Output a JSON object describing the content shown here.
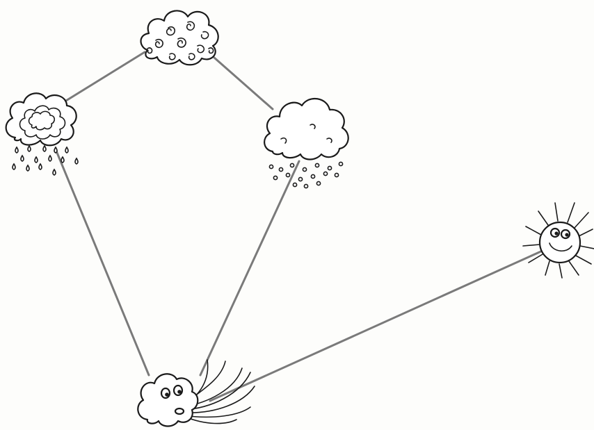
{
  "nodes": [
    {
      "id": "curly-cloud",
      "icon": "curly-cloud-icon"
    },
    {
      "id": "rain-cloud",
      "icon": "rain-cloud-icon"
    },
    {
      "id": "hail-cloud",
      "icon": "hail-cloud-icon"
    },
    {
      "id": "wind-cloud",
      "icon": "wind-cloud-icon"
    },
    {
      "id": "sun",
      "icon": "sun-icon"
    }
  ],
  "edges": [
    {
      "from": "curly-cloud",
      "to": "rain-cloud"
    },
    {
      "from": "curly-cloud",
      "to": "hail-cloud"
    },
    {
      "from": "rain-cloud",
      "to": "wind-cloud"
    },
    {
      "from": "hail-cloud",
      "to": "wind-cloud"
    },
    {
      "from": "wind-cloud",
      "to": "sun"
    }
  ],
  "colors": {
    "ink": "#1a1a1a",
    "connector": "#7a7a7a",
    "background": "#fdfdfb"
  }
}
